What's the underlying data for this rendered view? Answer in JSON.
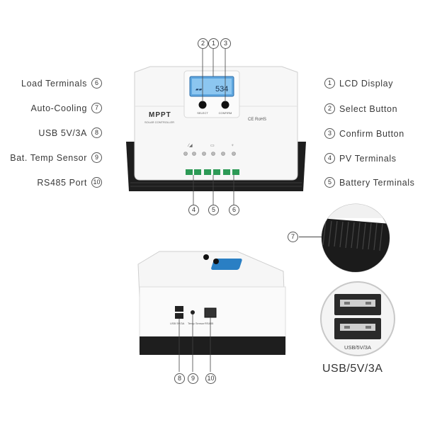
{
  "left_labels": [
    {
      "num": "6",
      "text": "Load  Terminals"
    },
    {
      "num": "7",
      "text": "Auto-Cooling"
    },
    {
      "num": "8",
      "text": "USB  5V/3A"
    },
    {
      "num": "9",
      "text": "Bat. Temp Sensor"
    },
    {
      "num": "10",
      "text": "RS485  Port"
    }
  ],
  "right_labels": [
    {
      "num": "1",
      "text": "LCD  Display"
    },
    {
      "num": "2",
      "text": "Select  Button"
    },
    {
      "num": "3",
      "text": "Confirm  Button"
    },
    {
      "num": "4",
      "text": "PV  Terminals"
    },
    {
      "num": "5",
      "text": "Battery  Terminals"
    }
  ],
  "device": {
    "brand": "MPPT",
    "subtitle": "SOLAR CONTROLLER",
    "cert": "CE RoHS",
    "lcd_value": "534",
    "select_label": "SELECT",
    "confirm_label": "CONFIRM"
  },
  "side_ports": {
    "usb_label": "USB 5V/3A",
    "temp_label": "Temp Sensor",
    "rs485_label": "RS485"
  },
  "callouts": {
    "top": [
      "2",
      "1",
      "3"
    ],
    "bottom": [
      "4",
      "5",
      "6"
    ],
    "cooling": "7",
    "side": [
      "8",
      "9",
      "10"
    ]
  },
  "usb_zoom": {
    "inner_label": "USB/5V/3A",
    "caption": "USB/5V/3A"
  }
}
